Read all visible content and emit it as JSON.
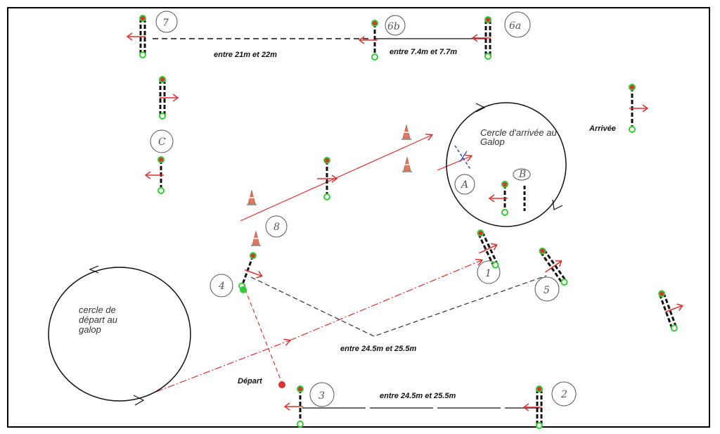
{
  "colors": {
    "red": "#e03030",
    "green": "#33cc33",
    "black": "#111111",
    "cone": "#e07a5f"
  },
  "distances": {
    "d_7_6b": "entre 21m et 22m",
    "d_6b_6a": "entre 7.4m et 7.7m",
    "d_4_5": "entre 24.5m et 25.5m",
    "d_3_2": "entre 24.5m et 25.5m"
  },
  "circles": {
    "depart": "cercle de départ au galop",
    "arrivee": "Cercle d'arrivée au Galop"
  },
  "points": {
    "depart": "Départ",
    "arrivee": "Arrivée"
  },
  "obstacles": {
    "o7": "7",
    "o6b": "6b",
    "o6a": "6a",
    "oC": "C",
    "o8": "8",
    "o4": "4",
    "o1": "1",
    "o5": "5",
    "o3": "3",
    "o2": "2",
    "oA": "A",
    "oB": "B"
  }
}
